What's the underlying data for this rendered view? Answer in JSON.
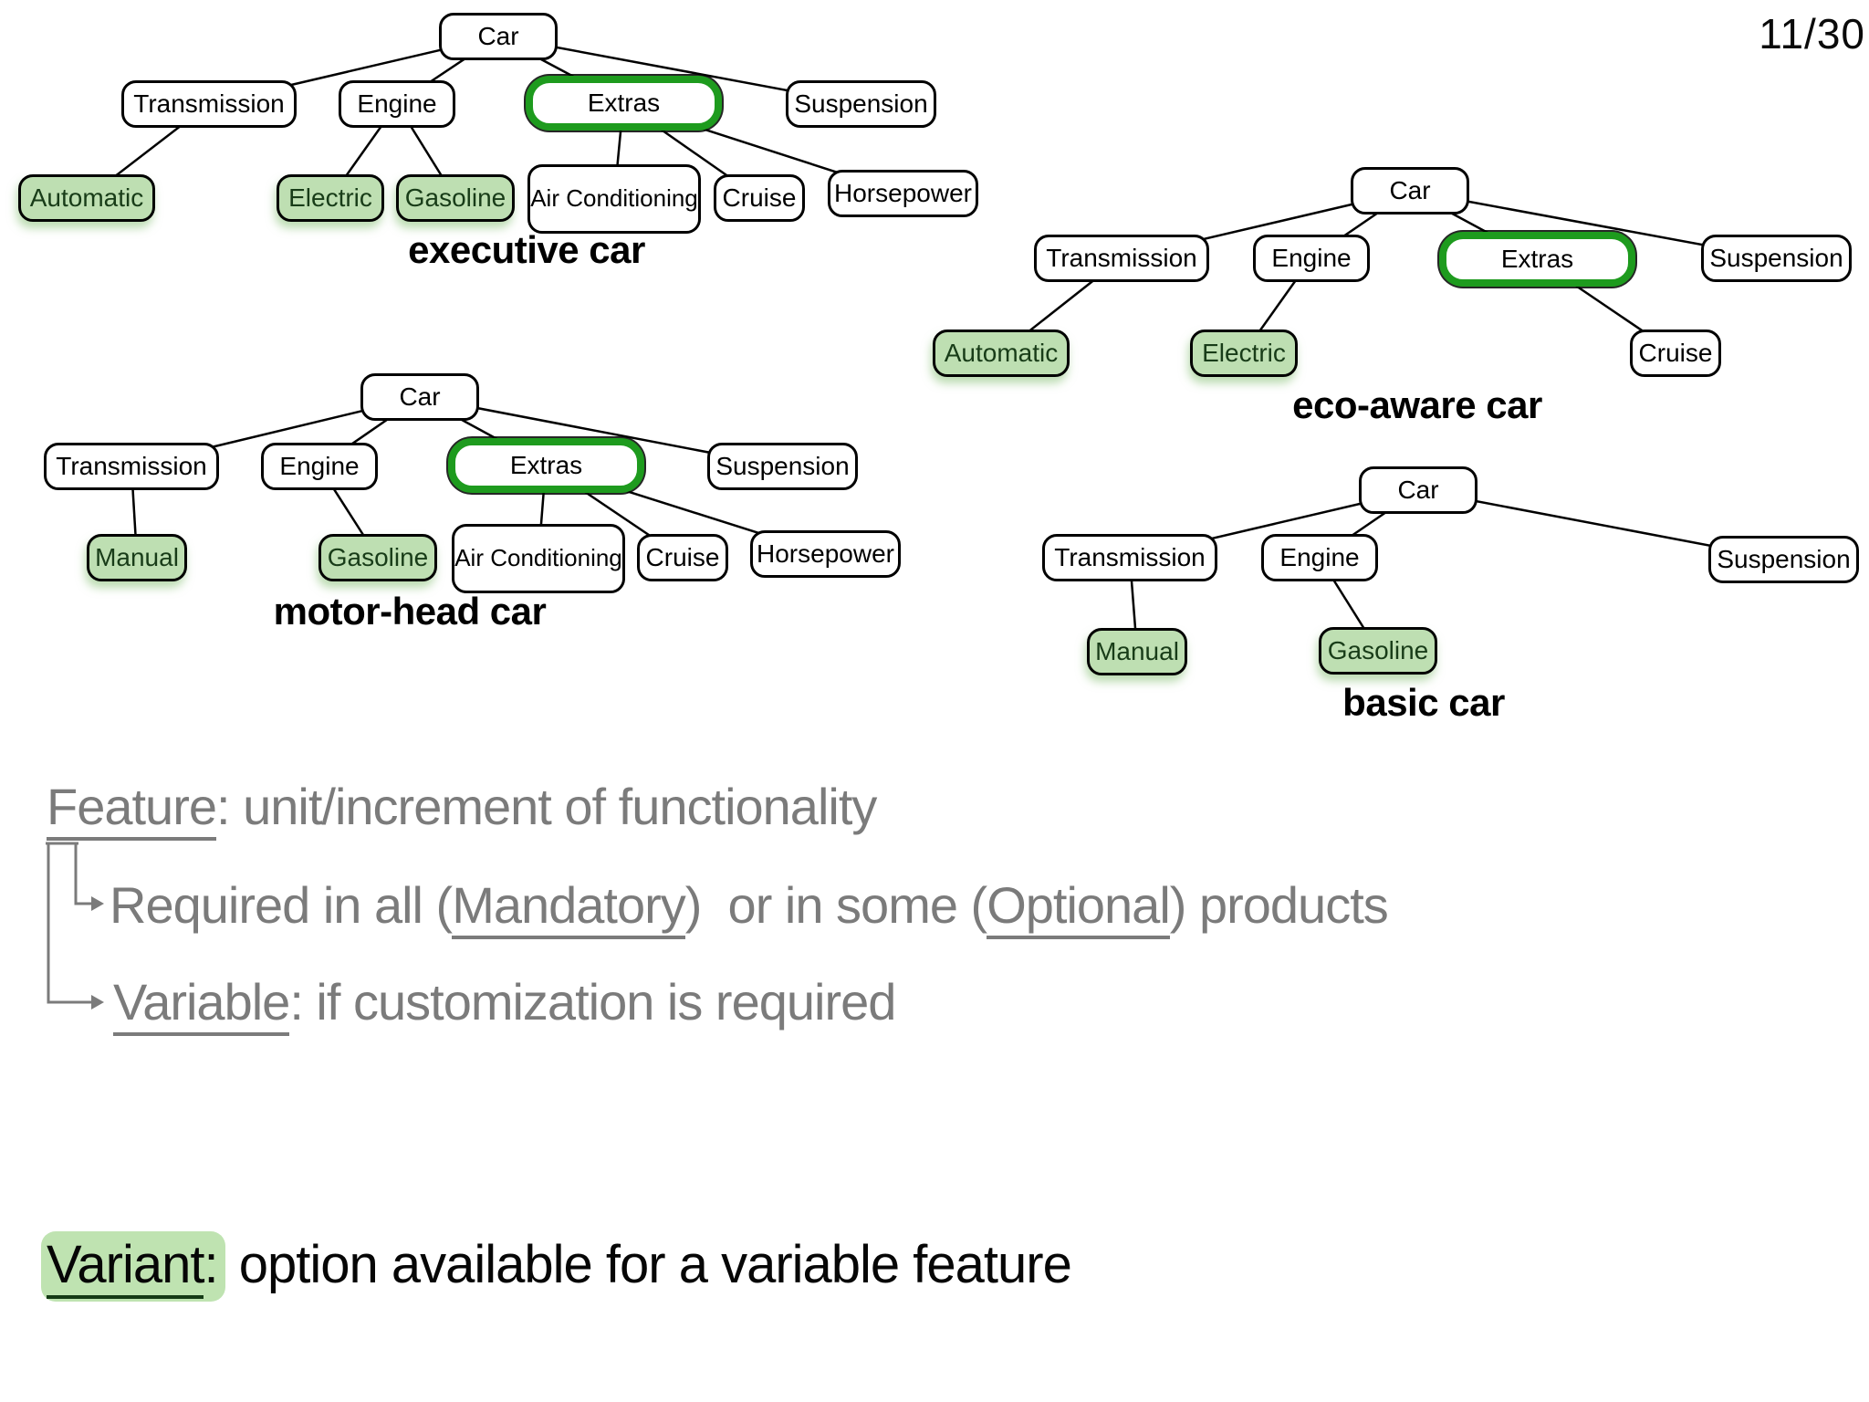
{
  "page_number": "11/30",
  "colors": {
    "variant_fill_green": "#bedfb2",
    "variable_border_green": "#1e9b1e",
    "variant_highlight_green": "#bfe3b1",
    "gray_text": "#7b7b7b",
    "node_border": "#000000"
  },
  "trees": {
    "executive": {
      "caption": "executive car",
      "nodes": {
        "car": "Car",
        "transmission": "Transmission",
        "engine": "Engine",
        "extras": "Extras",
        "suspension": "Suspension",
        "automatic": "Automatic",
        "electric": "Electric",
        "gasoline": "Gasoline",
        "air_conditioning": "Air Conditioning",
        "cruise": "Cruise",
        "horsepower": "Horsepower"
      }
    },
    "eco_aware": {
      "caption": "eco-aware car",
      "nodes": {
        "car": "Car",
        "transmission": "Transmission",
        "engine": "Engine",
        "extras": "Extras",
        "suspension": "Suspension",
        "automatic": "Automatic",
        "electric": "Electric",
        "cruise": "Cruise"
      }
    },
    "motor_head": {
      "caption": "motor-head car",
      "nodes": {
        "car": "Car",
        "transmission": "Transmission",
        "engine": "Engine",
        "extras": "Extras",
        "suspension": "Suspension",
        "manual": "Manual",
        "gasoline": "Gasoline",
        "air_conditioning": "Air Conditioning",
        "cruise": "Cruise",
        "horsepower": "Horsepower"
      }
    },
    "basic": {
      "caption": "basic car",
      "nodes": {
        "car": "Car",
        "transmission": "Transmission",
        "engine": "Engine",
        "suspension": "Suspension",
        "manual": "Manual",
        "gasoline": "Gasoline"
      }
    }
  },
  "glossary": {
    "feature": {
      "term": "Feature",
      "rest": ": unit/increment of functionality"
    },
    "mandatory_optional": {
      "pre": "Required in all (",
      "term1": "Mandatory",
      "mid": ")  or in some (",
      "term2": "Optional",
      "post": ") products"
    },
    "variable": {
      "term": "Variable",
      "rest": ": if customization is required"
    },
    "variant": {
      "term": "Variant",
      "colon": ":",
      "rest": " option available for a variable feature"
    }
  }
}
